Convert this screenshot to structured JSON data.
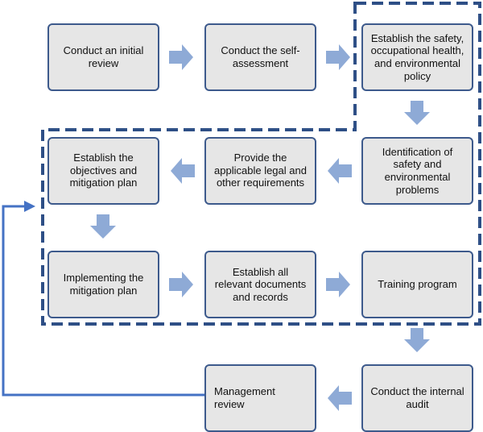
{
  "steps": [
    {
      "label": "Conduct an initial review"
    },
    {
      "label": "Conduct the self-assessment"
    },
    {
      "label": "Establish the safety, occupational health, and environmental policy"
    },
    {
      "label": "Identification of safety and environmental problems"
    },
    {
      "label": "Provide the applicable legal and other requirements"
    },
    {
      "label": "Establish the objectives and mitigation plan"
    },
    {
      "label": "Implementing the mitigation plan"
    },
    {
      "label": "Establish all relevant documents and records"
    },
    {
      "label": "Training program"
    },
    {
      "label": "Conduct the internal audit"
    },
    {
      "label": "Management review"
    }
  ],
  "colors": {
    "box_fill": "#e6e6e6",
    "box_border": "#3d5a8c",
    "arrow_fill": "#8eaad6",
    "dashed_border": "#2e4f86",
    "feedback_line": "#4472c4"
  }
}
